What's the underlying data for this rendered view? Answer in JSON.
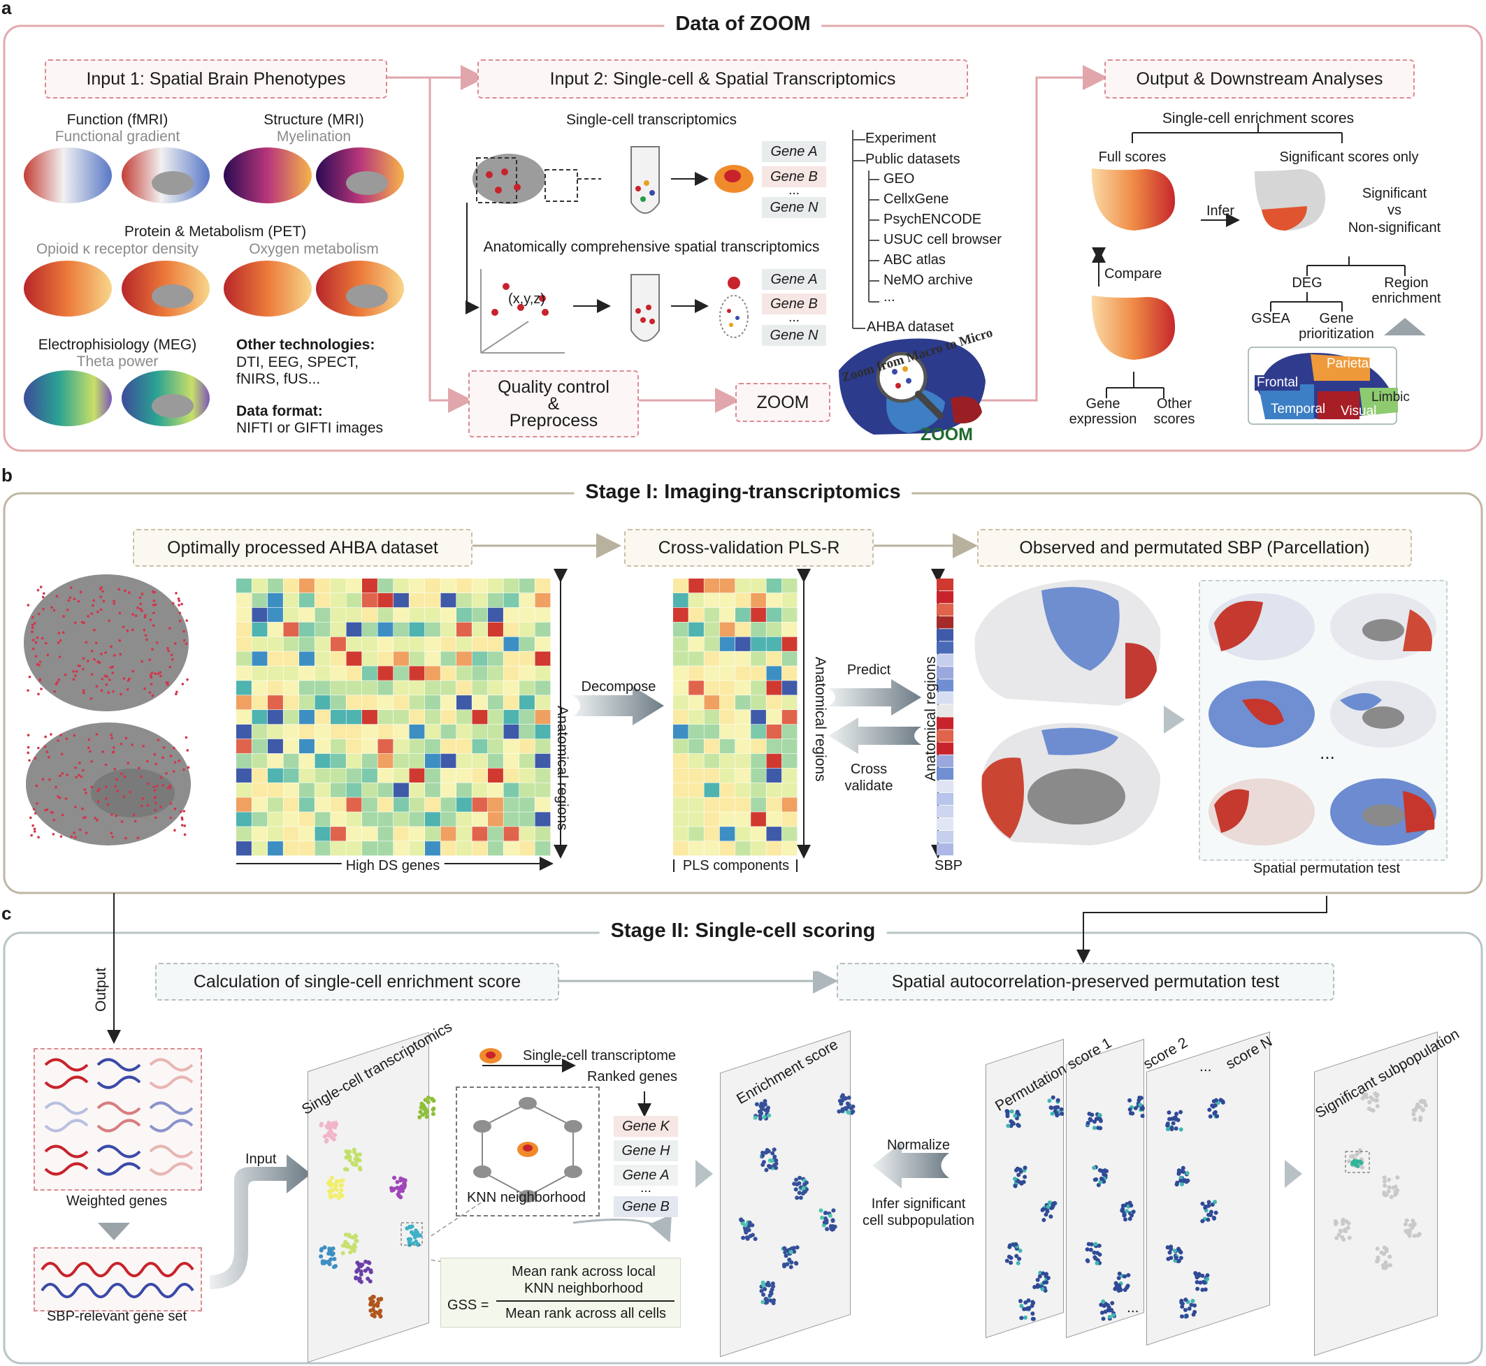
{
  "panel_a": {
    "label": "a",
    "title": "Data of ZOOM",
    "input1": "Input 1: Spatial Brain Phenotypes",
    "input2": "Input 2: Single-cell & Spatial Transcriptomics",
    "output": "Output & Downstream Analyses",
    "function": "Function (fMRI)",
    "functional_gradient": "Functional gradient",
    "structure": "Structure (MRI)",
    "myelination": "Myelination",
    "pet": "Protein & Metabolism (PET)",
    "opioid": "Opioid κ receptor density",
    "oxygen": "Oxygen metabolism",
    "meg": "Electrophisiology (MEG)",
    "theta": "Theta power",
    "other_tech": "Other technologies:",
    "other_tech_list1": "DTI, EEG, SPECT,",
    "other_tech_list2": "fNIRS, fUS...",
    "data_format": "Data format:",
    "data_format_val": "NIFTI or GIFTI images",
    "sc_trans": "Single-cell transcriptomics",
    "spatial_trans": "Anatomically comprehensive spatial transcriptomics",
    "genes": [
      "Gene A",
      "Gene B",
      "...",
      "Gene N"
    ],
    "xyz": "(x,y,z)",
    "experiment": "Experiment",
    "public": "Public datasets",
    "datasets": [
      "GEO",
      "CellxGene",
      "PsychENCODE",
      "USUC cell browser",
      "ABC atlas",
      "NeMO archive",
      "..."
    ],
    "ahba": "AHBA dataset",
    "qc1": "Quality control",
    "qc2": "&",
    "qc3": "Preprocess",
    "zoom": "ZOOM",
    "logo_text": "Zoom from Macro to Micro",
    "logo_word": "ZOOM",
    "enrich_scores": "Single-cell enrichment scores",
    "full_scores": "Full scores",
    "sig_only": "Significant scores only",
    "compare": "Compare",
    "infer": "Infer",
    "gene_expression1": "Gene",
    "gene_expression2": "expression",
    "other_scores1": "Other",
    "other_scores2": "scores",
    "sig_vs1": "Significant",
    "sig_vs2": "vs",
    "sig_vs3": "Non-significant",
    "deg": "DEG",
    "region_enrich1": "Region",
    "region_enrich2": "enrichment",
    "gsea": "GSEA",
    "gene_prior1": "Gene",
    "gene_prior2": "prioritization",
    "lobes": [
      "Frontal",
      "Parietal",
      "Temporal",
      "Visual",
      "Limbic"
    ]
  },
  "panel_b": {
    "label": "b",
    "title": "Stage I: Imaging-transcriptomics",
    "box1": "Optimally processed AHBA dataset",
    "box2": "Cross-validation PLS-R",
    "box3": "Observed and permutated SBP (Parcellation)",
    "anat_regions": "Anatomical regions",
    "high_ds": "High DS genes",
    "decompose": "Decompose",
    "pls_components": "PLS components",
    "predict": "Predict",
    "cross": "Cross",
    "validate": "validate",
    "sbp": "SBP",
    "ellipsis": "...",
    "spatial_perm": "Spatial permutation test"
  },
  "panel_c": {
    "label": "c",
    "title": "Stage II: Single-cell scoring",
    "box1": "Calculation of single-cell enrichment score",
    "box2": "Spatial autocorrelation-preserved permutation test",
    "output": "Output",
    "weighted_genes": "Weighted genes",
    "sbp_gene_set": "SBP-relevant gene set",
    "input": "Input",
    "sc_trans": "Single-cell transcriptomics",
    "sc_transcriptome": "Single-cell transcriptome",
    "ranked_genes": "Ranked genes",
    "knn": "KNN neighborhood",
    "ranked": [
      "Gene K",
      "Gene H",
      "Gene A",
      "...",
      "Gene B"
    ],
    "gss": "GSS =",
    "num1": "Mean rank across local",
    "num2": "KNN neighborhood",
    "den": "Mean rank across all cells",
    "enrich": "Enrichment score",
    "normalize": "Normalize",
    "infer1": "Infer significant",
    "infer2": "cell subpopulation",
    "perm1": "Permutation score 1",
    "perm2": "score 2",
    "ellip": "...",
    "permN": "score N",
    "sig_sub": "Significant subpopulation"
  },
  "colors": {
    "pink": "#d98b92",
    "tan": "#c9c0a8",
    "gray": "#b5bfc3",
    "red_gene": "#c8232c",
    "blue_gene": "#3a4aa8"
  }
}
